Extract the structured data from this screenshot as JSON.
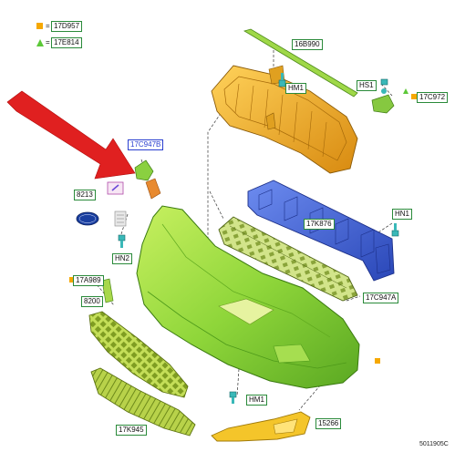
{
  "legend": [
    {
      "symbol": "square-orange",
      "eq": "=",
      "code": "17D957"
    },
    {
      "symbol": "triangle-green",
      "eq": "=",
      "code": "17E814"
    }
  ],
  "labels": {
    "l_16B990": "16B990",
    "l_HM1_top": "HM1",
    "l_HS1": "HS1",
    "l_17C972": "17C972",
    "l_17C947B": "17C947B",
    "l_8213": "8213",
    "l_HN2": "HN2",
    "l_17K876": "17K876",
    "l_HN1": "HN1",
    "l_17A989": "17A989",
    "l_8200": "8200",
    "l_17C947A": "17C947A",
    "l_HM1_bottom": "HM1",
    "l_17K945": "17K945",
    "l_15266": "15266"
  },
  "diagram_code": "5011905C",
  "colors": {
    "arrow": "#e02020",
    "reinforcement": "#f0b020",
    "absorber": "#3f63d8",
    "bumper": "#8fd63a",
    "grille": "#a9c93a",
    "lamp": "#f4c52a",
    "label_border": "#2a8a3a",
    "label_blue": "#2a3fd0"
  }
}
